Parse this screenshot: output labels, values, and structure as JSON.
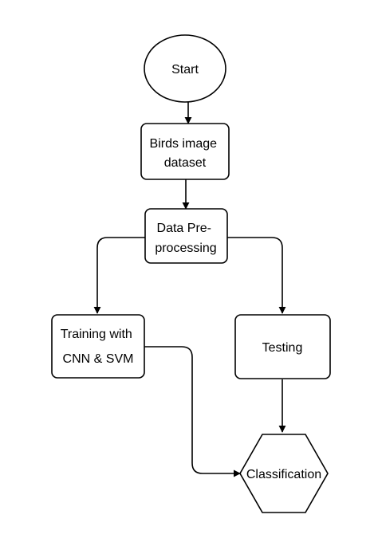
{
  "diagram": {
    "nodes": {
      "start": {
        "label": [
          "Start"
        ]
      },
      "dataset": {
        "label": [
          "Birds image",
          "dataset"
        ]
      },
      "preprocessing": {
        "label": [
          "Data Pre-",
          "processing"
        ]
      },
      "training": {
        "label": [
          "Training with",
          "CNN & SVM"
        ]
      },
      "testing": {
        "label": [
          "Testing"
        ]
      },
      "classification": {
        "label": [
          "Classification"
        ]
      }
    }
  }
}
